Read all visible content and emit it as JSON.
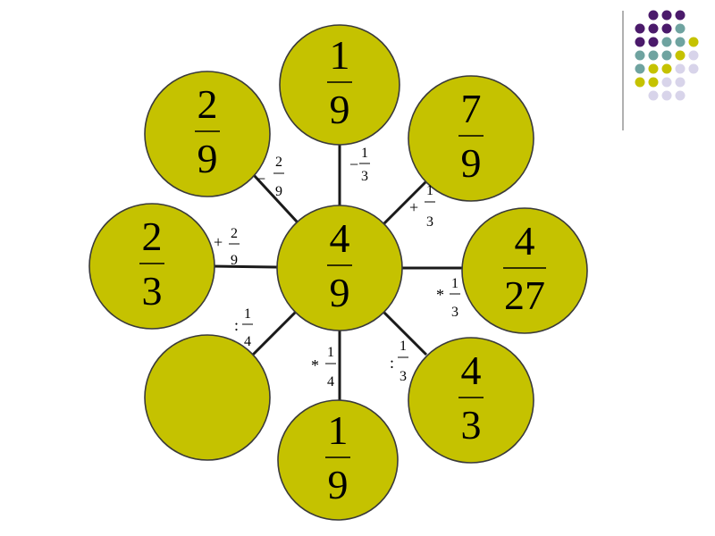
{
  "center": {
    "numerator": "4",
    "denominator": "9"
  },
  "petals": [
    {
      "id": "top",
      "numerator": "1",
      "denominator": "9",
      "op": {
        "sign": "−",
        "numerator": "1",
        "denominator": "3"
      }
    },
    {
      "id": "top-right",
      "numerator": "7",
      "denominator": "9",
      "op": {
        "sign": "+",
        "numerator": "1",
        "denominator": "3"
      }
    },
    {
      "id": "right",
      "numerator": "4",
      "denominator": "27",
      "op": {
        "sign": "*",
        "numerator": "1",
        "denominator": "3"
      }
    },
    {
      "id": "bottom-right",
      "numerator": "4",
      "denominator": "3",
      "op": {
        "sign": ":",
        "numerator": "1",
        "denominator": "3"
      }
    },
    {
      "id": "bottom",
      "numerator": "1",
      "denominator": "9",
      "op": {
        "sign": "*",
        "numerator": "1",
        "denominator": "4"
      }
    },
    {
      "id": "bottom-left",
      "numerator": "",
      "denominator": "",
      "op": {
        "sign": ":",
        "numerator": "1",
        "denominator": "4"
      }
    },
    {
      "id": "left",
      "numerator": "2",
      "denominator": "3",
      "op": {
        "sign": "+",
        "numerator": "2",
        "denominator": "9"
      }
    },
    {
      "id": "top-left",
      "numerator": "2",
      "denominator": "9",
      "op": {
        "sign": "−",
        "numerator": "2",
        "denominator": "9"
      }
    }
  ],
  "colors": {
    "circle_fill": "#c5c200",
    "dot_purple": "#4b1a6b",
    "dot_teal": "#6fa3a0",
    "dot_yellow": "#c5c200",
    "dot_lavender": "#d8d4ea"
  }
}
